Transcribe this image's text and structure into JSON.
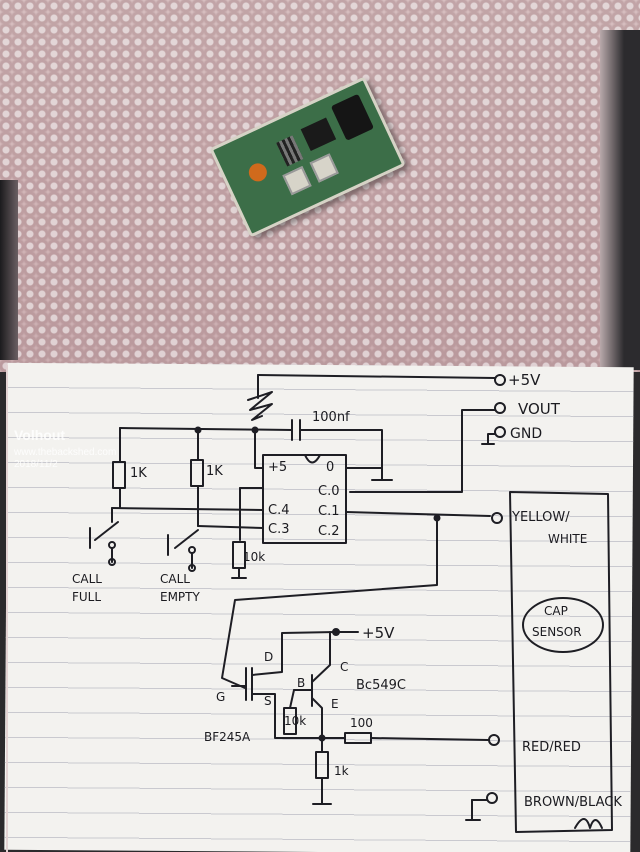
{
  "watermark": {
    "title": "Volhout",
    "site": "www.thebackshed.com",
    "date": "2018/11/2"
  },
  "schematic": {
    "supply": "+5V",
    "vout": "VOUT",
    "gnd": "GND",
    "capacitor": "100nf",
    "resistor_left": "1K",
    "resistor_mid": "1K",
    "resistor_pulldown": "10k",
    "ic_pins": {
      "p5v": "+5",
      "p0": "0",
      "c0": "C.0",
      "c4": "C.4",
      "c1": "C.1",
      "c3": "C.3",
      "c2": "C.2"
    },
    "button_full": [
      "CALL",
      "FULL"
    ],
    "button_empty": [
      "CALL",
      "EMPTY"
    ],
    "yellow": "YELLOW/",
    "white": "WHITE",
    "cap_sensor": [
      "CAP",
      "SENSOR"
    ],
    "transistor_supply": "+5V",
    "fet_d": "D",
    "fet_g": "G",
    "fet_s": "S",
    "bjt_b": "B",
    "bjt_c": "C",
    "bjt_e": "E",
    "bjt_part": "Bc549C",
    "fet_part": "BF245A",
    "r_base": "10k",
    "r_series": "100",
    "r_emitter": "1k",
    "red": "RED/RED",
    "brown": "BROWN/BLACK"
  }
}
